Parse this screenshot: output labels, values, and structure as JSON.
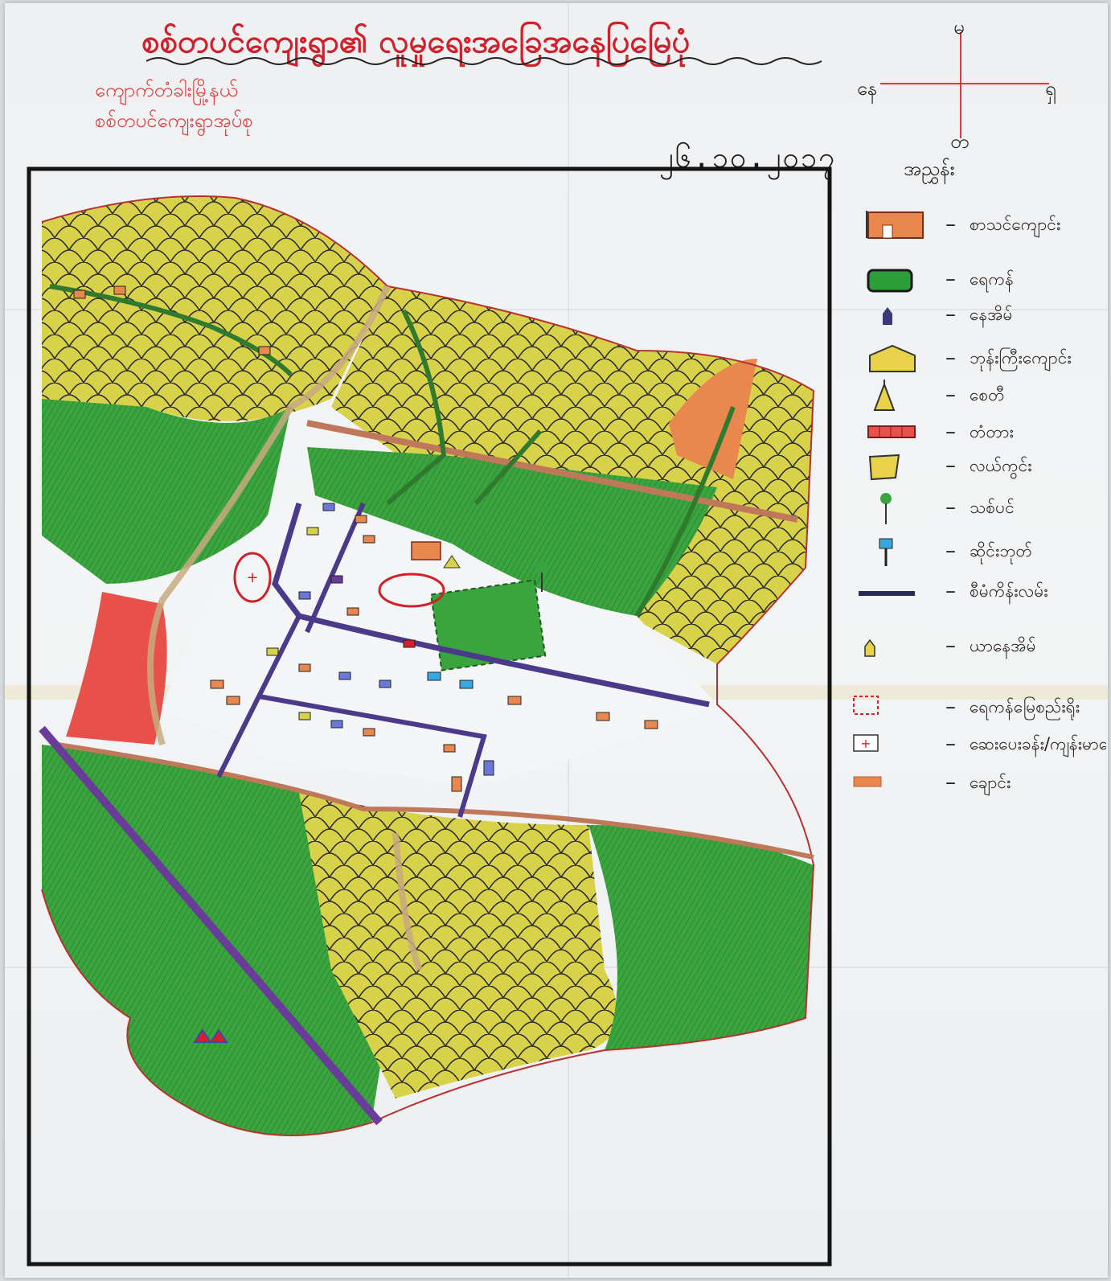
{
  "map": {
    "title": "စစ်တပင်ကျေးရွာ၏ လူမှုရေးအခြေအနေပြမြေပုံ",
    "subtitle_lines": [
      "ကျောက်တံခါးမြို့နယ်",
      "စစ်တပင်ကျေးရွာအုပ်စု"
    ],
    "date": "၂၆.၁၀.၂၀၁၇",
    "compass": {
      "north": "မ",
      "south": "တ",
      "east": "ရှ",
      "west": "နေ"
    },
    "legend_title": "အညွှန်း",
    "legend": [
      {
        "symbol": "school-icon",
        "label": "စာသင်ကျောင်း"
      },
      {
        "symbol": "pond-icon",
        "label": "ရေကန်"
      },
      {
        "symbol": "house-icon",
        "label": "နေအိမ်"
      },
      {
        "symbol": "monastery-icon",
        "label": "ဘုန်းကြီးကျောင်း"
      },
      {
        "symbol": "pagoda-icon",
        "label": "စေတီ"
      },
      {
        "symbol": "bridge-icon",
        "label": "တံတား"
      },
      {
        "symbol": "farmland-icon",
        "label": "လယ်ကွင်း"
      },
      {
        "symbol": "tree-icon",
        "label": "သစ်ပင်"
      },
      {
        "symbol": "signboard-icon",
        "label": "ဆိုင်းဘုတ်"
      },
      {
        "symbol": "road-icon",
        "label": "စီမံကိန်းလမ်း"
      },
      {
        "symbol": "shelter-icon",
        "label": "ယာနေအိမ်"
      },
      {
        "symbol": "boundary-icon",
        "label": "ရေကန်မြေစည်းရိုး"
      },
      {
        "symbol": "clinic-icon",
        "label": "ဆေးပေးခန်း/ကျန်းမာရေး"
      },
      {
        "symbol": "stream-icon",
        "label": "ချောင်း"
      }
    ],
    "colors": {
      "title_red": "#d2202a",
      "farmland_yellow": "#d8d24a",
      "forest_green": "#3aa43e",
      "orange_zone": "#e8884e",
      "red_zone": "#e8514a",
      "road_purple": "#4b3a8a",
      "road_brown": "#c0785a",
      "boundary_red": "#b83030"
    }
  }
}
